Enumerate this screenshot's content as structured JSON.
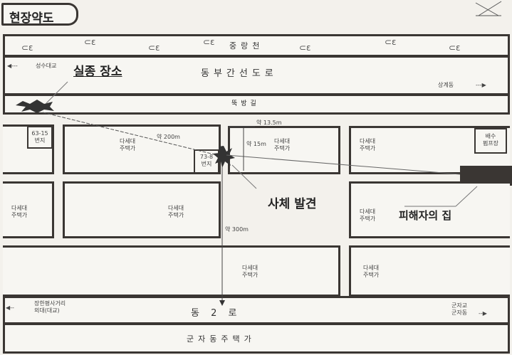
{
  "title": "현장약도",
  "river": "중랑천",
  "roads": {
    "expressway": "동부간선도로",
    "levee": "뚝방길",
    "main": "동 2 로",
    "bottom_area": "군자동주택가"
  },
  "directions": {
    "west_top": "성수대교",
    "east_top": "상계동",
    "west_bottom": [
      "장한평사거리",
      "외대(대교)"
    ],
    "east_bottom": [
      "군자교",
      "군자동"
    ]
  },
  "callouts": {
    "missing_place": "실종 장소",
    "body_found": "사체 발견",
    "victim_home": "피해자의 집"
  },
  "small_labels": {
    "lot_63_15": [
      "63-15",
      "번지"
    ],
    "lot_73_8": [
      "73-8",
      "번지"
    ],
    "pump": [
      "배수",
      "펌프장"
    ],
    "housing": [
      "다세대",
      "주택가"
    ]
  },
  "distances": {
    "d1": "약 200m",
    "d2": "약 15m",
    "d3": "약 13.5m",
    "d4": "약 300m"
  }
}
